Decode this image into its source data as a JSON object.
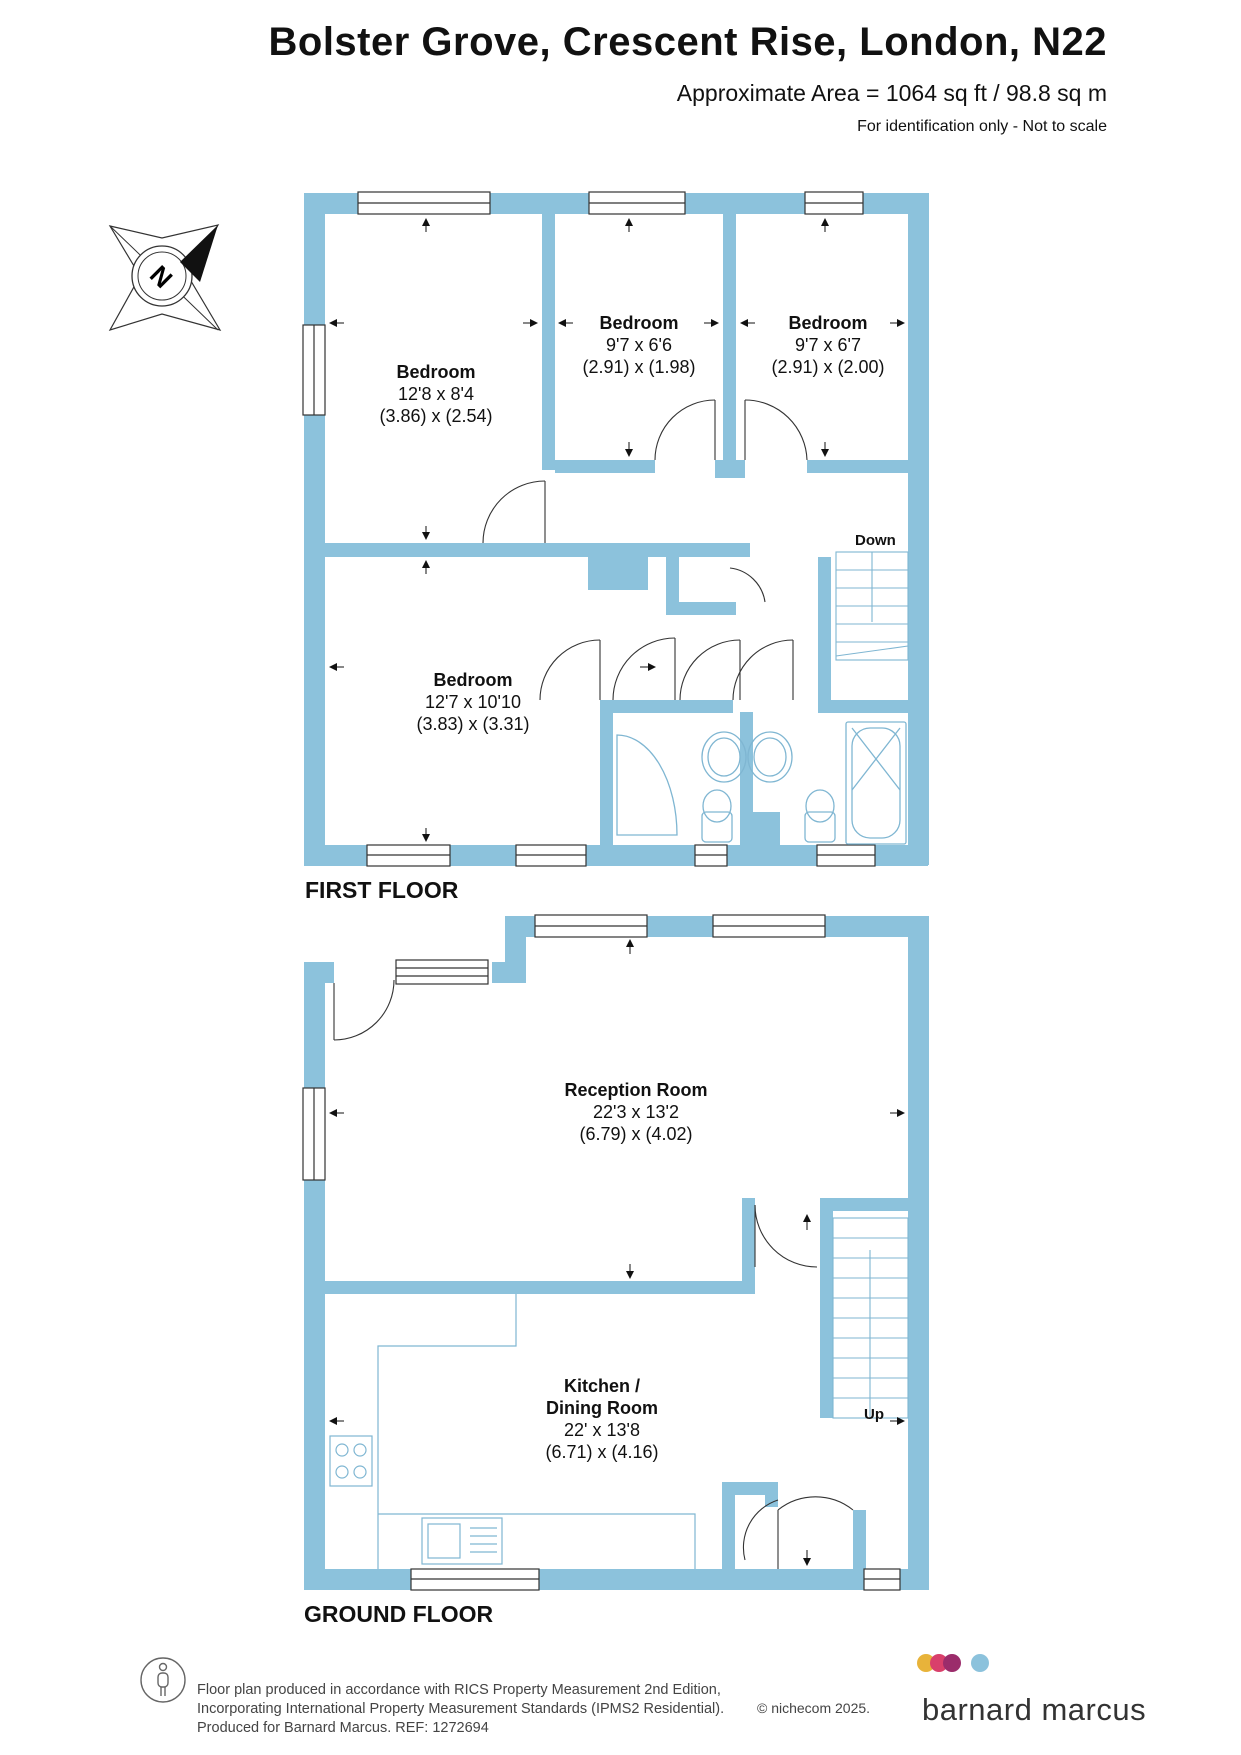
{
  "header": {
    "title": "Bolster Grove, Crescent Rise, London, N22",
    "area": "Approximate Area = 1064 sq ft / 98.8 sq m",
    "note": "For identification only - Not to scale"
  },
  "floors": {
    "first": {
      "label": "FIRST FLOOR",
      "rooms": [
        {
          "name": "Bedroom",
          "imperial": "12'8 x 8'4",
          "metric": "(3.86) x (2.54)"
        },
        {
          "name": "Bedroom",
          "imperial": "9'7 x 6'6",
          "metric": "(2.91) x (1.98)"
        },
        {
          "name": "Bedroom",
          "imperial": "9'7 x 6'7",
          "metric": "(2.91) x (2.00)"
        },
        {
          "name": "Bedroom",
          "imperial": "12'7 x 10'10",
          "metric": "(3.83) x (3.31)"
        }
      ],
      "stairs_label": "Down"
    },
    "ground": {
      "label": "GROUND FLOOR",
      "rooms": [
        {
          "name": "Reception Room",
          "imperial": "22'3 x 13'2",
          "metric": "(6.79) x (4.02)"
        },
        {
          "name": "Kitchen /",
          "name2": "Dining Room",
          "imperial": "22' x 13'8",
          "metric": "(6.71) x (4.16)"
        }
      ],
      "stairs_label": "Up"
    }
  },
  "compass": {
    "icon": "compass-north-icon",
    "letter": "N"
  },
  "footer": {
    "line1": "Floor plan produced in accordance with RICS Property Measurement 2nd Edition,",
    "line2": "Incorporating International Property Measurement Standards (IPMS2 Residential).",
    "line3": "Produced for Barnard Marcus.   REF:  1272694",
    "copyright": "© nichecom 2025.",
    "brand": "barnard marcus",
    "icon": "accessibility-person-icon"
  },
  "colors": {
    "wall": "#8cc2dc",
    "fixture": "#7fb6d2",
    "brand_dots": [
      "#e8b33a",
      "#d9406b",
      "#9b2c6b",
      "#8cc2dc"
    ]
  }
}
